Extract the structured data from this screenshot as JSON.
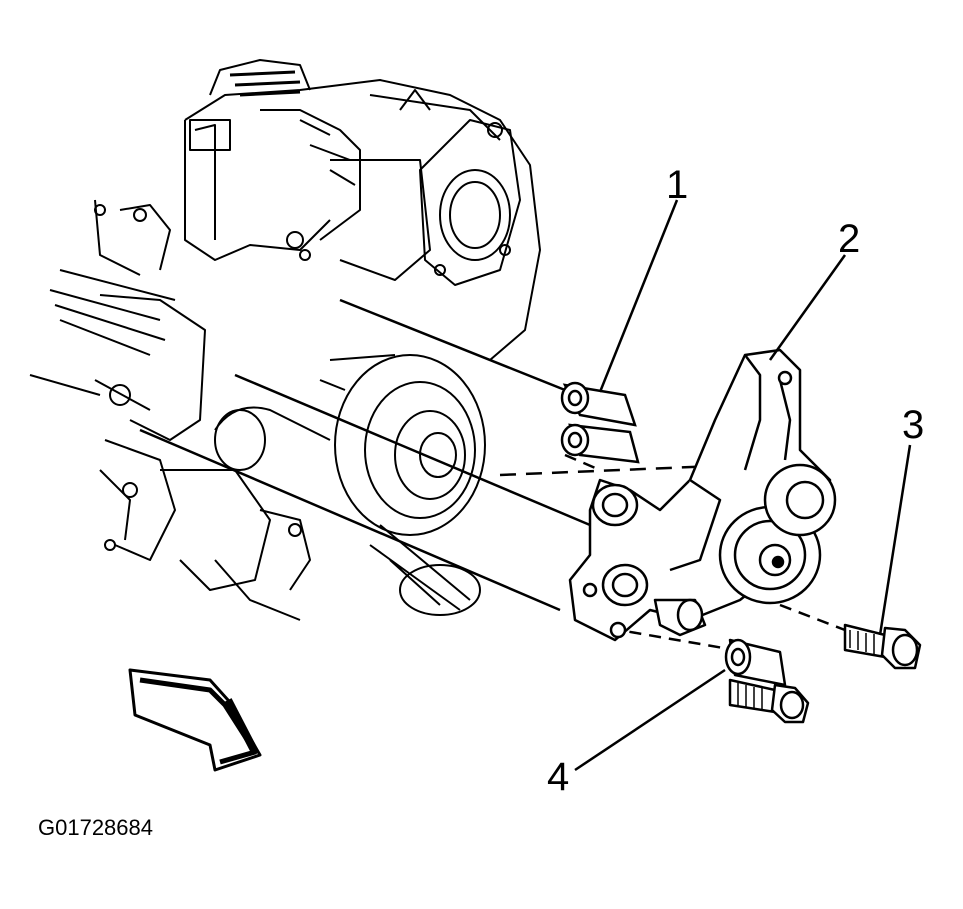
{
  "callouts": {
    "c1": "1",
    "c2": "2",
    "c3": "3",
    "c4": "4"
  },
  "figure_id": "G01728684",
  "colors": {
    "ink": "#000000",
    "paper": "#ffffff"
  },
  "icons": [
    "direction-arrow-icon"
  ]
}
